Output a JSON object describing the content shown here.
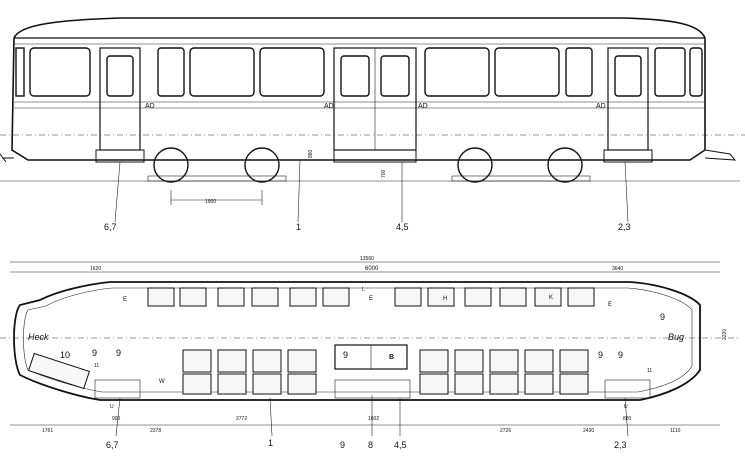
{
  "side_view": {
    "mark_AD": "AD",
    "dimensions": {
      "bogie_axle": "1900",
      "height": "880",
      "step": "700"
    },
    "callouts": {
      "front_door": "6,7",
      "center": "1",
      "middle_door": "4,5",
      "rear_door": "2,3"
    }
  },
  "plan_view": {
    "overall_length": "13560",
    "segments_top": [
      "1620",
      "6000",
      "3640"
    ],
    "segments_bottom": [
      "1761",
      "900",
      "2378",
      "2772",
      "1602",
      "2726",
      "2430",
      "880",
      "1110"
    ],
    "end_labels": {
      "rear": "Heck",
      "front": "Bug"
    },
    "width": "2220",
    "area_labels": {
      "K_mid": "H",
      "K_right": "K",
      "E": "E",
      "L": "L",
      "B": "B",
      "W": "W",
      "U": "U"
    },
    "callouts": {
      "seat_group": "10",
      "marker_9": "9",
      "marker_11": "11",
      "middle_9": "9",
      "center_8": "8",
      "bottom_1": "1",
      "bottom_45": "4,5",
      "bottom_67": "6,7",
      "bottom_23": "2,3"
    }
  }
}
